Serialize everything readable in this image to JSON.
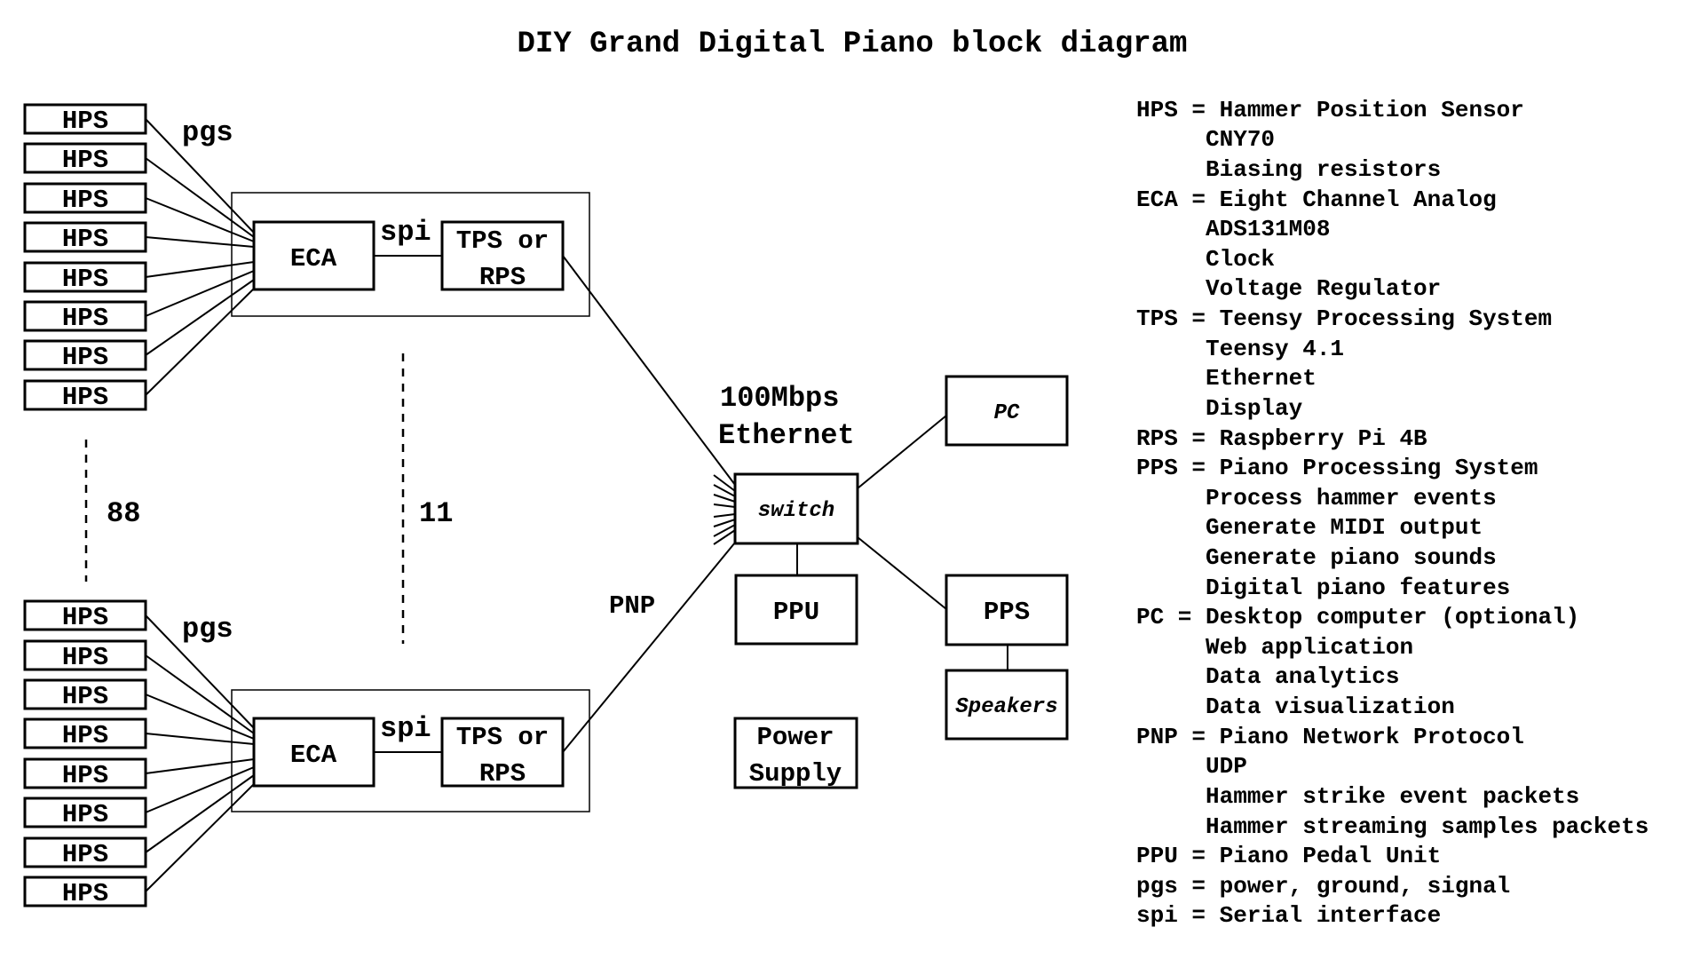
{
  "title": "DIY Grand Digital Piano block diagram",
  "sensor_label": "HPS",
  "pgs_label": "pgs",
  "spi_label": "spi",
  "eca_label": "ECA",
  "tps_line1": "TPS or",
  "tps_line2": "RPS",
  "count_keys": "88",
  "count_modules": "11",
  "network_line1": "100Mbps",
  "network_line2": "Ethernet",
  "pnp_label": "PNP",
  "switch_label": "switch",
  "pc_label": "PC",
  "ppu_label": "PPU",
  "pps_label": "PPS",
  "speakers_label": "Speakers",
  "power_line1": "Power",
  "power_line2": "Supply",
  "legend": [
    "HPS = Hammer Position Sensor",
    "     CNY70",
    "     Biasing resistors",
    "ECA = Eight Channel Analog",
    "     ADS131M08",
    "     Clock",
    "     Voltage Regulator",
    "TPS = Teensy Processing System",
    "     Teensy 4.1",
    "     Ethernet",
    "     Display",
    "RPS = Raspberry Pi 4B",
    "PPS = Piano Processing System",
    "     Process hammer events",
    "     Generate MIDI output",
    "     Generate piano sounds",
    "     Digital piano features",
    "PC = Desktop computer (optional)",
    "     Web application",
    "     Data analytics",
    "     Data visualization",
    "PNP = Piano Network Protocol",
    "     UDP",
    "     Hammer strike event packets",
    "     Hammer streaming samples packets",
    "PPU = Piano Pedal Unit",
    "pgs = power, ground, signal",
    "spi = Serial interface"
  ]
}
